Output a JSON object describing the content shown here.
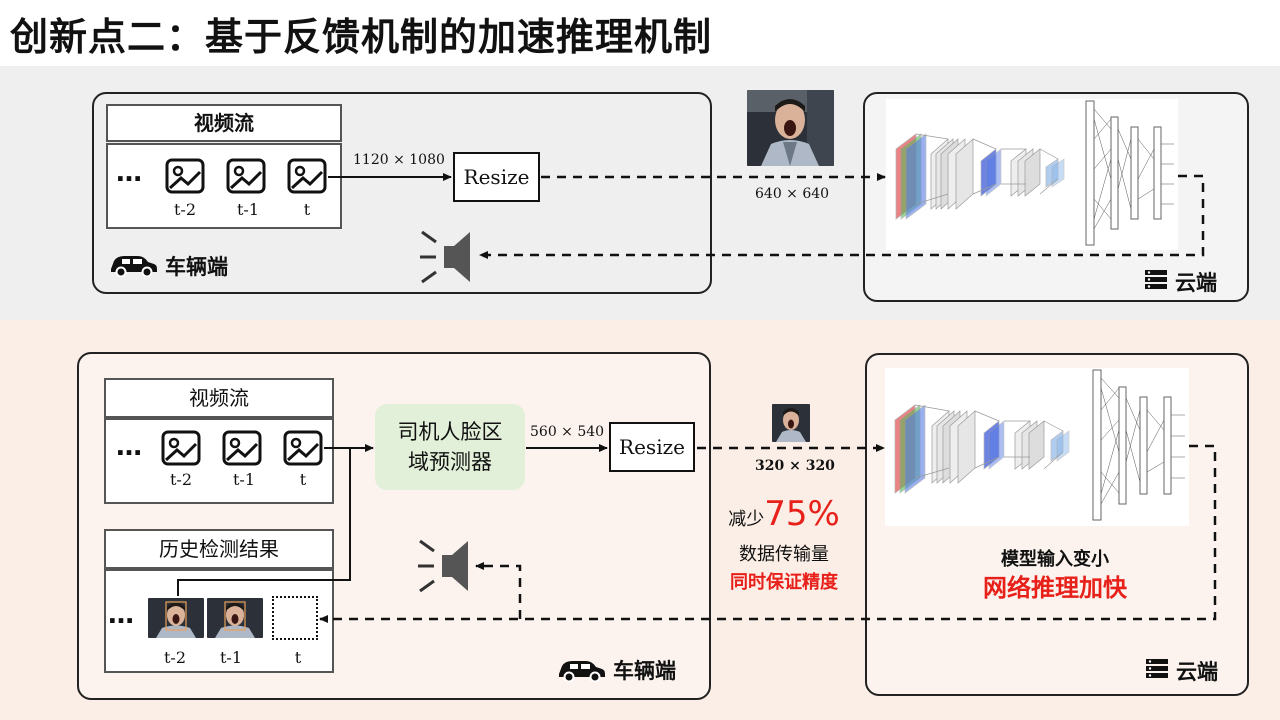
{
  "title": "创新点二：基于反馈机制的加速推理机制",
  "top": {
    "video_stream_label": "视频流",
    "ellipsis": "…",
    "frame_labels": [
      "t-2",
      "t-1",
      "t"
    ],
    "input_resolution": "1120 × 1080",
    "resize_label": "Resize",
    "output_resolution": "640 × 640",
    "vehicle_label": "车辆端",
    "cloud_label": "云端"
  },
  "bottom": {
    "video_stream_label": "视频流",
    "ellipsis": "…",
    "frame_labels": [
      "t-2",
      "t-1",
      "t"
    ],
    "predictor_line1": "司机人脸区",
    "predictor_line2": "域预测器",
    "predictor_resolution": "560 × 540",
    "resize_label": "Resize",
    "output_resolution": "320 × 320",
    "history_label": "历史检测结果",
    "history_ellipsis": "…",
    "history_frame_labels": [
      "t-2",
      "t-1",
      "t"
    ],
    "reduce_prefix": "减少",
    "reduce_value": "75%",
    "data_transfer": "数据传输量",
    "accuracy_note": "同时保证精度",
    "model_input_note": "模型输入变小",
    "inference_note": "网络推理加快",
    "vehicle_label": "车辆端",
    "cloud_label": "云端"
  },
  "colors": {
    "accent_red": "#e8201a",
    "predictor_green": "#e2f0d9",
    "top_band": "#efefef",
    "bottom_band": "#fbeee6"
  },
  "icons": [
    "image-icon",
    "car-icon",
    "server-icon",
    "speaker-icon",
    "face-photo"
  ]
}
